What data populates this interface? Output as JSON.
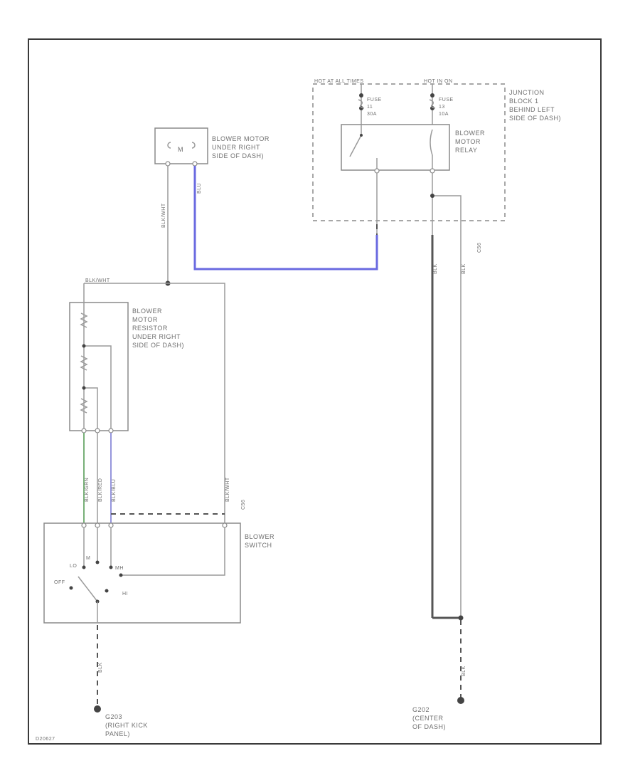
{
  "components": {
    "junction_block": {
      "label_lines": [
        "JUNCTION",
        "BLOCK 1",
        "BEHIND LEFT",
        "SIDE OF DASH)"
      ],
      "hot_at_all_times": "HOT AT ALL TIMES",
      "hot_in_on": "HOT IN ON"
    },
    "fuse_left": {
      "label_lines": [
        "FUSE",
        "11",
        "30A"
      ]
    },
    "fuse_right": {
      "label_lines": [
        "FUSE",
        "13",
        "10A"
      ]
    },
    "blower_motor_relay": {
      "label_lines": [
        "BLOWER",
        "MOTOR",
        "RELAY"
      ]
    },
    "blower_motor": {
      "label_lines": [
        "BLOWER MOTOR",
        "UNDER RIGHT",
        "SIDE OF DASH)"
      ],
      "symbol": "M"
    },
    "blower_motor_resistor": {
      "label_lines": [
        "BLOWER",
        "MOTOR",
        "RESISTOR",
        "UNDER RIGHT",
        "SIDE OF DASH)"
      ]
    },
    "blower_switch": {
      "label_lines": [
        "BLOWER",
        "SWITCH"
      ],
      "positions": {
        "lo": "LO",
        "m": "M",
        "off": "OFF",
        "mh": "MH",
        "hi": "HI"
      }
    },
    "ground_left": {
      "label_lines": [
        "G203",
        "(RIGHT KICK",
        "PANEL)"
      ]
    },
    "ground_right": {
      "label_lines": [
        "G202",
        "(CENTER",
        "OF DASH)"
      ]
    },
    "splice_top": "BLK/WHT"
  },
  "wires": {
    "motor_to_resistor": "BLK/WHT",
    "motor_to_relay": "BLU",
    "resistor_1": "BLK/GRN",
    "resistor_2": "BLK/RED",
    "resistor_3": "BLK/BLU",
    "switch_feed": "BLK/WHT",
    "relay_ground_1": "BLK",
    "relay_ground_2": "BLK",
    "ground_left_wire": "BLK",
    "ground_right_wire": "BLK",
    "connector_c1": "C56",
    "connector_c2": "C56"
  },
  "footer": {
    "code": "D20627"
  },
  "colors": {
    "blue_wire": "#6a6ae0",
    "green_wire": "#6aa86a",
    "purple_wire": "#8a8ad8"
  }
}
